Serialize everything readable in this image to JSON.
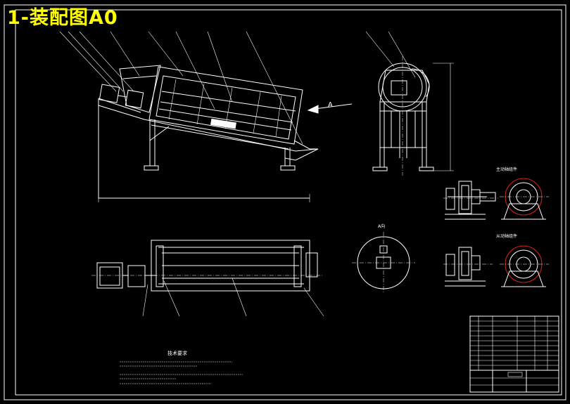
{
  "drawing": {
    "title": "1-装配图A0",
    "arrow_label": "A",
    "tech_requirements_heading": "技术要求",
    "view_a_label": "A向",
    "detail_labels": [
      "主动轴组件",
      "从动轴组件"
    ],
    "colors": {
      "background": "#000000",
      "lines": "#ffffff",
      "title": "#ffff00",
      "accent": "#e02020"
    }
  }
}
